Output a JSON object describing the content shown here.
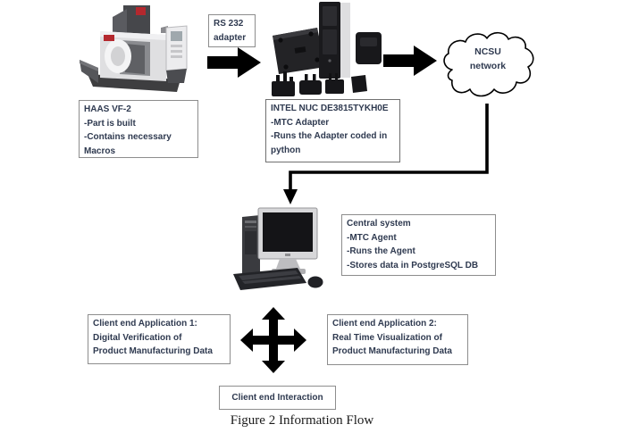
{
  "figure": {
    "caption": "Figure 2 Information Flow",
    "colors": {
      "arrow": "#000000",
      "box_border": "#8d8d8d",
      "label_text": "#2f3a50",
      "haas_logo_red": "#b4282e",
      "background": "#ffffff"
    },
    "haas_box": {
      "line1": "HAAS VF-2",
      "line2": "-Part is built",
      "line3": "-Contains necessary",
      "line4": "Macros"
    },
    "rs232_box": {
      "line1": "RS 232",
      "line2": "adapter"
    },
    "nuc_box": {
      "line1": "INTEL NUC DE3815TYKH0E",
      "line2": "-MTC Adapter",
      "line3": "-Runs the Adapter coded in",
      "line4": "python"
    },
    "cloud": {
      "line1": "NCSU",
      "line2": "network"
    },
    "central_box": {
      "line1": "Central system",
      "line2": "-MTC Agent",
      "line3": "-Runs the Agent",
      "line4": "-Stores data in PostgreSQL DB"
    },
    "client1_box": {
      "line1": "Client end Application 1:",
      "line2": "Digital Verification of",
      "line3": "Product Manufacturing Data"
    },
    "client2_box": {
      "line1": "Client end Application 2:",
      "line2": "Real Time Visualization of",
      "line3": "Product Manufacturing Data"
    },
    "interaction_box": {
      "label": "Client end Interaction"
    },
    "images": {
      "machine": "haas-vf2-cnc-machine-photo",
      "nuc": "intel-nuc-kit-with-mount-and-plugs-photo",
      "computer": "desktop-computer-photo"
    }
  }
}
